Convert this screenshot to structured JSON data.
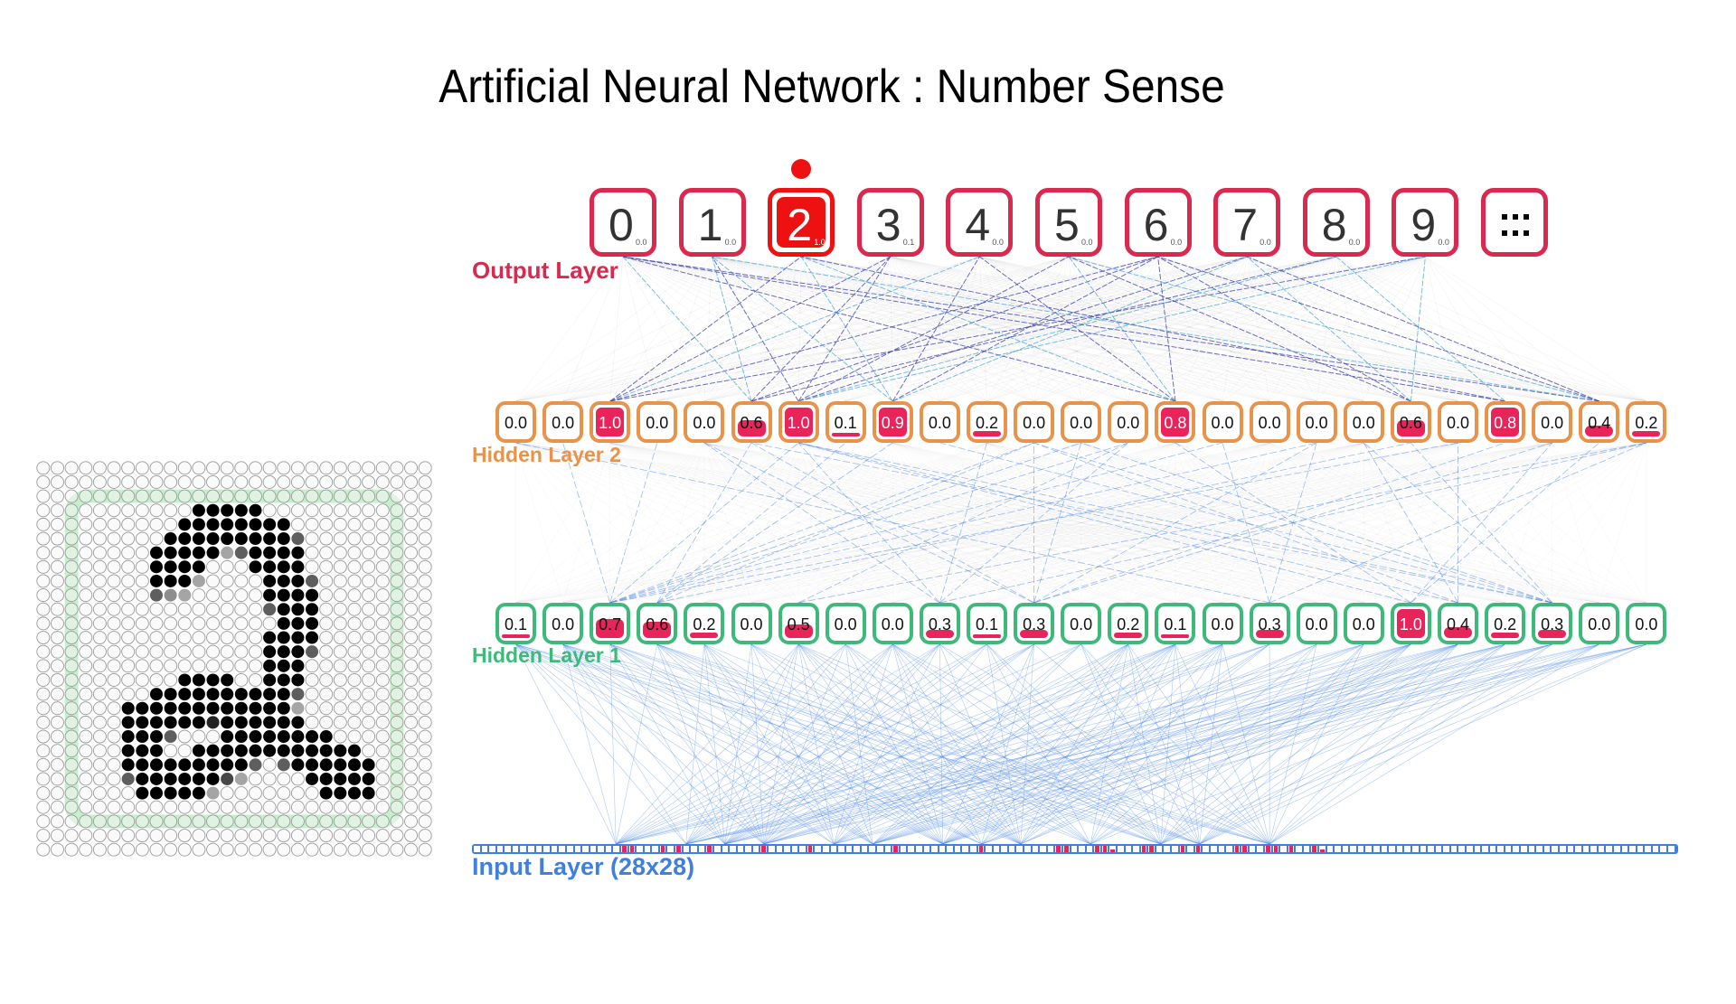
{
  "title": "Artificial Neural Network : Number Sense",
  "colors": {
    "output": "#d9294f",
    "active_output": "#ee1111",
    "hidden2": "#e8924a",
    "hidden1": "#3dba7a",
    "input": "#3f7fe0",
    "highlight": "#e8245a",
    "dark_edge": "#3a3fb0",
    "light_edge": "#4fa8d8",
    "hl_edge": "#4a86e8",
    "canvas_frame": "#c6f0cc"
  },
  "labels": {
    "output": "Output Layer",
    "hidden2": "Hidden Layer 2",
    "hidden1": "Hidden Layer 1",
    "input": "Input Layer (28x28)"
  },
  "output_layer": {
    "predicted_index": 2,
    "nodes": [
      {
        "digit": "0",
        "value": "0.0"
      },
      {
        "digit": "1",
        "value": "0.0"
      },
      {
        "digit": "2",
        "value": "1.0"
      },
      {
        "digit": "3",
        "value": "0.1"
      },
      {
        "digit": "4",
        "value": "0.0"
      },
      {
        "digit": "5",
        "value": "0.0"
      },
      {
        "digit": "6",
        "value": "0.0"
      },
      {
        "digit": "7",
        "value": "0.0"
      },
      {
        "digit": "8",
        "value": "0.0"
      },
      {
        "digit": "9",
        "value": "0.0"
      },
      {
        "digit": "more",
        "value": ""
      }
    ]
  },
  "hidden_layer_2": [
    0.0,
    0.0,
    1.0,
    0.0,
    0.0,
    0.6,
    1.0,
    0.1,
    0.9,
    0.0,
    0.2,
    0.0,
    0.0,
    0.0,
    0.8,
    0.0,
    0.0,
    0.0,
    0.0,
    0.6,
    0.0,
    0.8,
    0.0,
    0.4,
    0.2
  ],
  "hidden_layer_1": [
    0.1,
    0.0,
    0.7,
    0.6,
    0.2,
    0.0,
    0.5,
    0.0,
    0.0,
    0.3,
    0.1,
    0.3,
    0.0,
    0.2,
    0.1,
    0.0,
    0.3,
    0.0,
    0.0,
    1.0,
    0.4,
    0.2,
    0.3,
    0.0,
    0.0
  ],
  "input_layer": {
    "rows": 28,
    "cols": 28,
    "pixels": {
      "3": {
        "11": 1,
        "12": 1,
        "13": 1,
        "14": 1,
        "15": 1
      },
      "4": {
        "10": 1,
        "11": 1,
        "12": 1,
        "13": 1,
        "14": 1,
        "15": 1,
        "16": 1,
        "17": 1
      },
      "5": {
        "9": 1,
        "10": 1,
        "11": 1,
        "12": 1,
        "13": 1,
        "14": 1,
        "15": 1,
        "16": 1,
        "17": 1,
        "18": 0.6
      },
      "6": {
        "8": 1,
        "9": 1,
        "10": 1,
        "11": 1,
        "12": 1,
        "13": 0.3,
        "14": 0.6,
        "15": 1,
        "16": 1,
        "17": 1,
        "18": 1
      },
      "7": {
        "8": 1,
        "9": 1,
        "10": 1,
        "11": 1,
        "15": 1,
        "16": 1,
        "17": 1,
        "18": 1
      },
      "8": {
        "8": 1,
        "9": 1,
        "10": 1,
        "11": 0.3,
        "16": 1,
        "17": 1,
        "18": 1,
        "19": 0.6
      },
      "9": {
        "8": 0.6,
        "9": 0.4,
        "10": 0.3,
        "16": 1,
        "17": 1,
        "18": 1,
        "19": 1
      },
      "10": {
        "16": 0.6,
        "17": 1,
        "18": 1,
        "19": 1
      },
      "11": {
        "17": 1,
        "18": 1,
        "19": 1
      },
      "12": {
        "16": 1,
        "17": 1,
        "18": 1,
        "19": 1
      },
      "13": {
        "16": 1,
        "17": 1,
        "18": 1,
        "19": 0.6
      },
      "14": {
        "16": 1,
        "17": 1,
        "18": 1
      },
      "15": {
        "10": 1,
        "11": 1,
        "12": 1,
        "13": 1,
        "16": 1,
        "17": 1,
        "18": 1
      },
      "16": {
        "8": 1,
        "9": 1,
        "10": 1,
        "11": 1,
        "12": 1,
        "13": 1,
        "14": 1,
        "15": 1,
        "16": 1,
        "17": 1,
        "18": 0.6
      },
      "17": {
        "6": 1,
        "7": 1,
        "8": 1,
        "9": 1,
        "10": 1,
        "11": 1,
        "12": 1,
        "13": 1,
        "14": 1,
        "15": 1,
        "16": 1,
        "17": 1,
        "18": 0.3
      },
      "18": {
        "6": 1,
        "7": 1,
        "8": 1,
        "9": 1,
        "10": 1,
        "11": 1,
        "12": 0.85,
        "13": 1,
        "14": 1,
        "15": 1,
        "16": 1,
        "17": 1,
        "18": 1
      },
      "19": {
        "6": 1,
        "7": 1,
        "8": 1,
        "9": 0.6,
        "13": 1,
        "14": 1,
        "15": 1,
        "16": 1,
        "17": 1,
        "18": 1,
        "19": 1,
        "20": 1
      },
      "20": {
        "6": 1,
        "7": 1,
        "8": 1,
        "11": 1,
        "12": 1,
        "13": 1,
        "14": 1,
        "15": 1,
        "16": 1,
        "17": 1,
        "18": 1,
        "19": 1,
        "20": 1,
        "21": 1,
        "22": 1
      },
      "21": {
        "6": 1,
        "7": 1,
        "8": 1,
        "9": 1,
        "10": 1,
        "11": 1,
        "12": 1,
        "13": 1,
        "14": 1,
        "15": 0.6,
        "17": 0.6,
        "18": 1,
        "19": 1,
        "20": 1,
        "21": 1,
        "22": 1,
        "23": 1
      },
      "22": {
        "6": 0.6,
        "7": 1,
        "8": 1,
        "9": 1,
        "10": 1,
        "11": 1,
        "12": 1,
        "13": 0.7,
        "14": 0.3,
        "19": 1,
        "20": 1,
        "21": 1,
        "22": 1,
        "23": 1
      },
      "23": {
        "7": 1,
        "8": 1,
        "9": 1,
        "10": 1,
        "11": 1,
        "12": 0.3,
        "20": 1,
        "21": 1,
        "22": 1,
        "23": 1
      }
    }
  }
}
